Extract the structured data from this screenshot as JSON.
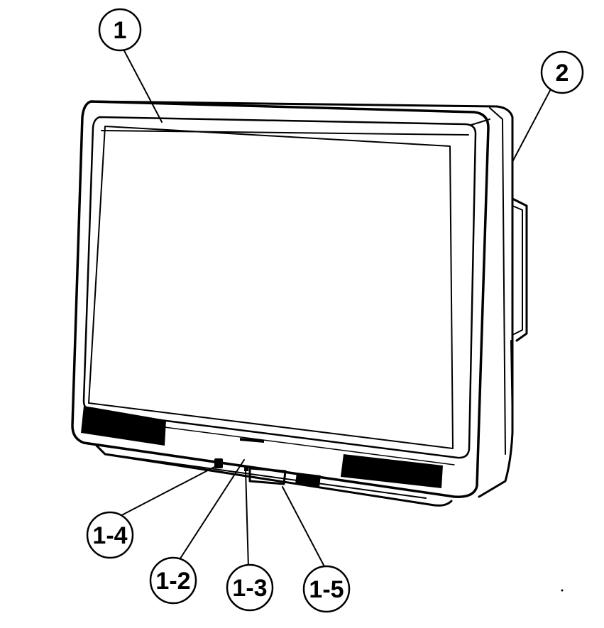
{
  "callouts": {
    "c1": {
      "label": "1"
    },
    "c2": {
      "label": "2"
    },
    "c1_4": {
      "label": "1-4"
    },
    "c1_2": {
      "label": "1-2"
    },
    "c1_3": {
      "label": "1-3"
    },
    "c1_5": {
      "label": "1-5"
    }
  },
  "colors": {
    "ink": "#000000",
    "paper": "#ffffff"
  }
}
